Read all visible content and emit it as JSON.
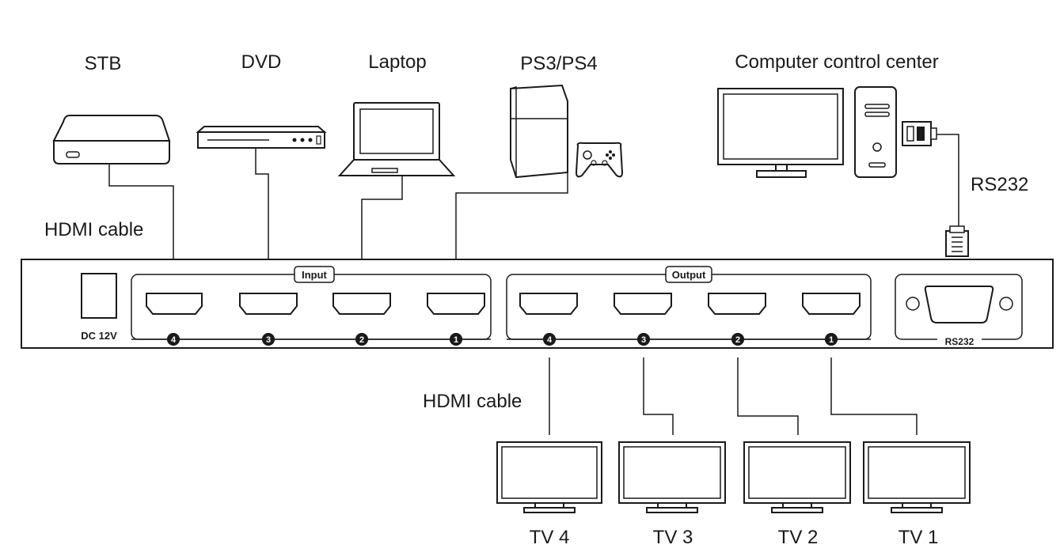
{
  "sources": {
    "stb": "STB",
    "dvd": "DVD",
    "laptop": "Laptop",
    "ps": "PS3/PS4",
    "computer": "Computer control center"
  },
  "cables": {
    "hdmi_top": "HDMI  cable",
    "hdmi_bottom": "HDMI  cable",
    "rs232": "RS232"
  },
  "panel": {
    "power_label": "DC 12V",
    "input_label": "Input",
    "output_label": "Output",
    "rs232_label": "RS232",
    "input_ports": [
      "4",
      "3",
      "2",
      "1"
    ],
    "output_ports": [
      "4",
      "3",
      "2",
      "1"
    ]
  },
  "tvs": [
    "TV 4",
    "TV 3",
    "TV 2",
    "TV 1"
  ]
}
